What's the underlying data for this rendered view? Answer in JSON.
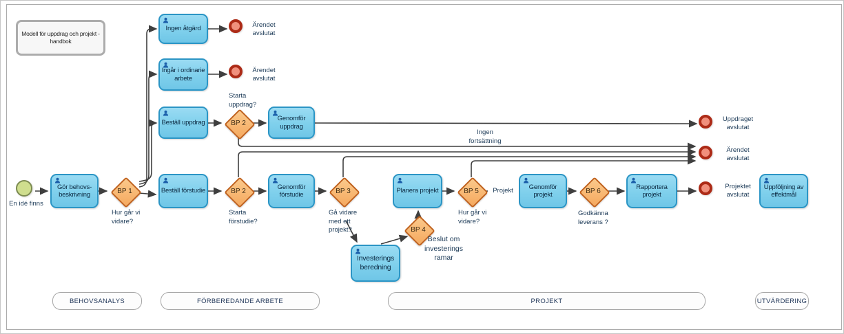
{
  "note": "Modell för uppdrag och projekt -\nhandbok",
  "tasks": {
    "ingen_atgard": "Ingen åtgärd",
    "ingar_i_ordinarie_arbete": "Ingår i ordinarie\narbete",
    "bestall_uppdrag": "Beställ uppdrag",
    "genomfor_uppdrag": "Genomför\nuppdrag",
    "gor_behovsbeskrivning": "Gör behovs-\nbeskrivning",
    "bestall_forstudie": "Beställ förstudie",
    "genomfor_forstudie": "Genomför\nförstudie",
    "investeringsberedning": "Investerings\nberedning",
    "planera_projekt": "Planera projekt",
    "genomfor_projekt": "Genomför projekt",
    "rapportera_projekt": "Rapportera\nprojekt",
    "uppfoljning_effektmal": "Uppföljning av\neffektmål"
  },
  "gateways": {
    "bp1": "BP 1",
    "bp2_uppdrag": "BP 2",
    "bp2_forstudie": "BP 2",
    "bp3": "BP 3",
    "bp4": "BP 4",
    "bp5": "BP 5",
    "bp6": "BP 6"
  },
  "events": {
    "start_label": "En idé finns",
    "arendet_avslutat_1": "Ärendet\navslutat",
    "arendet_avslutat_2": "Ärendet\navslutat",
    "uppdraget_avslutat": "Uppdraget\navslutat",
    "arendet_avslutat_3": "Ärendet\navslutat",
    "projektet_avslutat": "Projektet\navslutat"
  },
  "flow_labels": {
    "starta_uppdrag": "Starta\nuppdrag?",
    "hur_gar_vi_vidare_1": "Hur går vi\nvidare?",
    "starta_forstudie": "Starta\nförstudie?",
    "ga_vidare_med_ett_projekt": "Gå vidare\nmed ett\nprojekt?",
    "beslut_om_investeringsramar": "Beslut om\ninvesterings\nramar",
    "hur_gar_vi_vidare_2": "Hur går vi\nvidare?",
    "projekt": "Projekt",
    "godkanna_leverans": "Godkänna\nleverans ?",
    "ingen_fortsattning": "Ingen\nfortsättning"
  },
  "groups": {
    "behovsanalys": "BEHOVSANALYS",
    "forberedande_arbete": "FÖRBEREDANDE ARBETE",
    "projekt": "PROJEKT",
    "utvardering": "UTVÄRDERING"
  },
  "colors": {
    "task_fill": "#7fd0ec",
    "task_border": "#2b95c5",
    "gateway_fill": "#f5a95f",
    "gateway_border": "#c0611c",
    "end_event_fill": "#f0907d",
    "end_event_border": "#ad2b17",
    "start_event_fill": "#cfde8e",
    "start_event_border": "#7c8b51",
    "connector": "#3f3f3f"
  }
}
